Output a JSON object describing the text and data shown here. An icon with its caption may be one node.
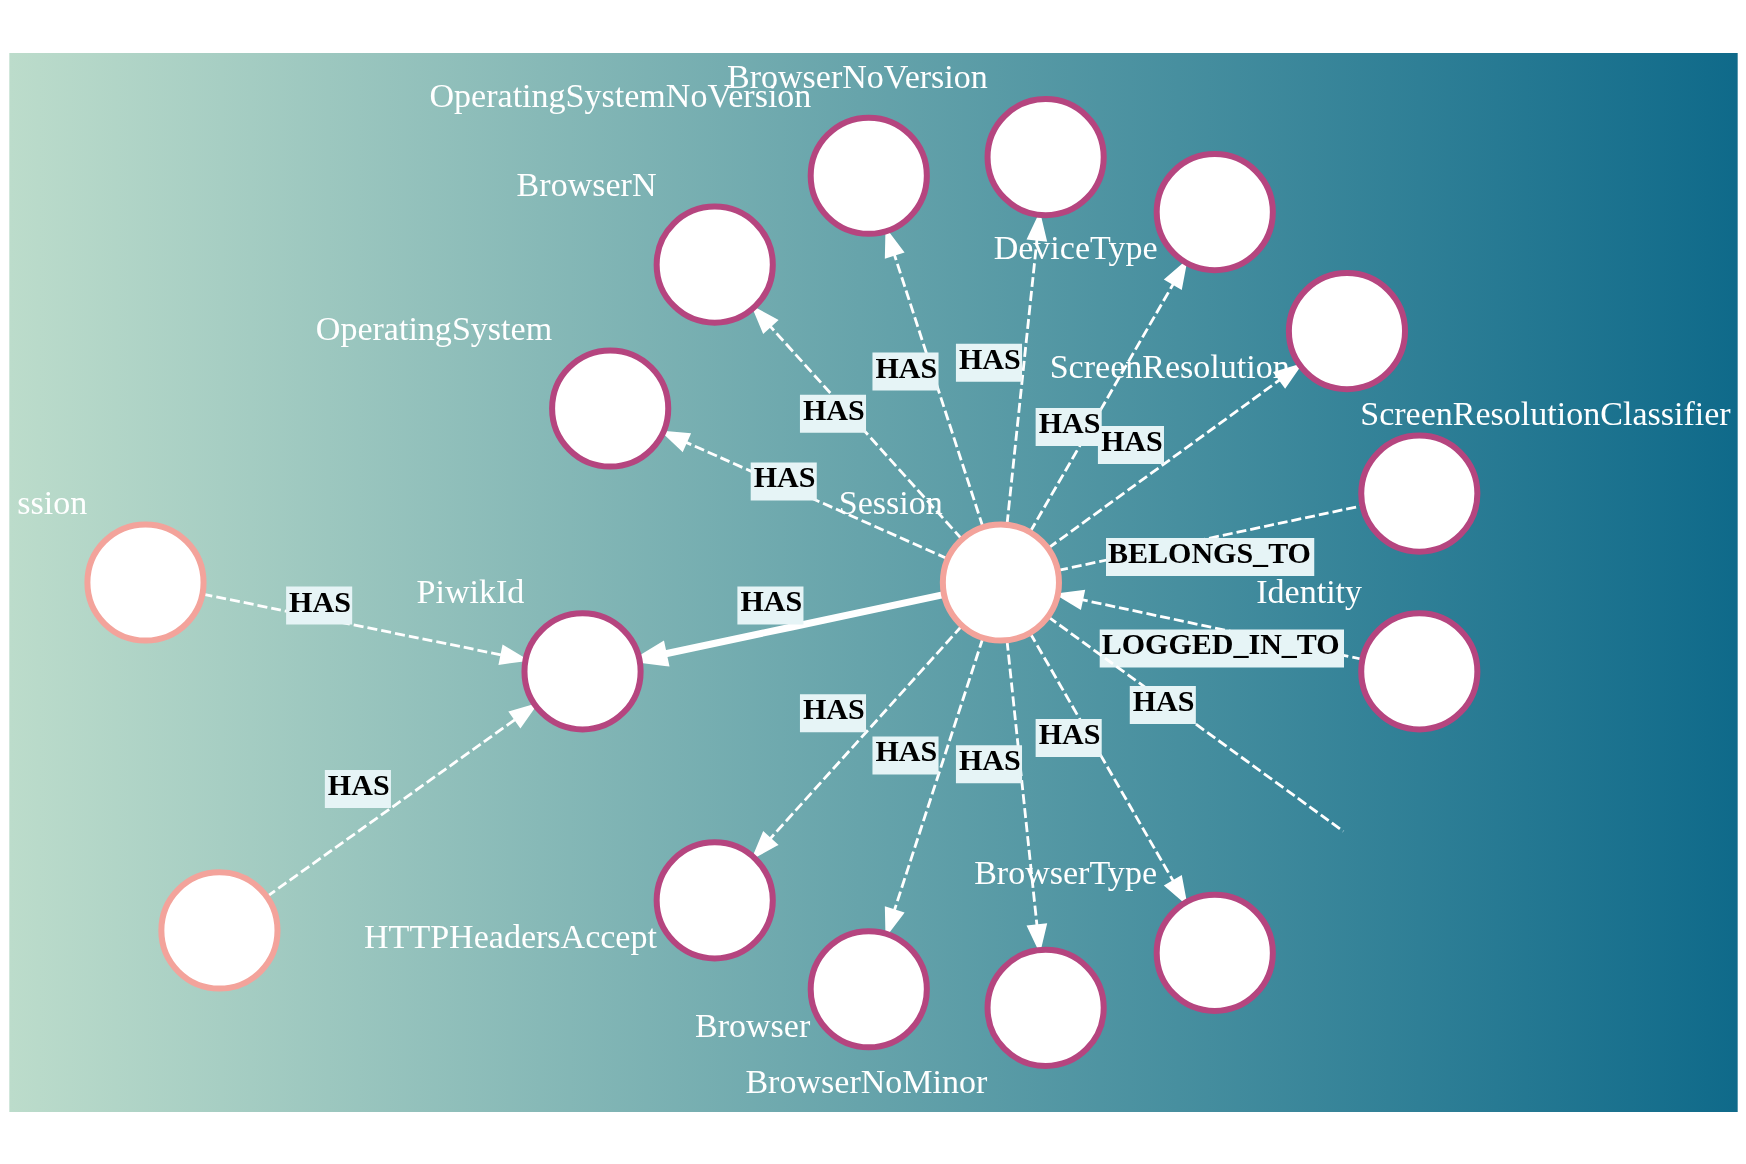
{
  "diagram": {
    "nodes": [
      {
        "text": [
          "ScreenResolutionClassifier"
        ]
      },
      {
        "text": [
          "ScreenResolution"
        ]
      },
      {
        "text": [
          "Identity"
        ]
      },
      {
        "text": [
          "DeviceType"
        ]
      },
      {
        "text": [
          "BrowserNoVersion"
        ]
      },
      {
        "text": [
          "OperatingSystemNoVersion"
        ]
      },
      {
        "text": [
          "Session"
        ]
      },
      {
        "text": [
          "BrowserN"
        ]
      },
      {
        "text": [
          "ssion"
        ]
      },
      {
        "text": [
          "OperatingSystem"
        ]
      },
      {
        "text": [
          "PiwikId"
        ]
      },
      {
        "text": [
          "HTTPHeadersAccept"
        ]
      },
      {
        "text": [
          "Browser"
        ]
      },
      {
        "text": [
          "BrowserNoMinor"
        ]
      },
      {
        "text": [
          "BrowserType"
        ]
      },
      {
        "text": [],
        "shape": "circle"
      }
    ],
    "edges": [
      {
        "from": 6,
        "to": 0,
        "arrow": "none",
        "label": "BELONGS_TO",
        "style": "dashed"
      },
      {
        "from": 6,
        "to": null,
        "arrow": "none",
        "label": "HAS",
        "style": "dashed"
      },
      {
        "from": 6,
        "to": 1,
        "arrow": "to",
        "label": "HAS",
        "style": "dashed"
      },
      {
        "from": 2,
        "to": 6,
        "arrow": "to",
        "label": "LOGGED_IN_TO",
        "style": "dashed"
      },
      {
        "from": 6,
        "to": 3,
        "arrow": "to",
        "label": "HAS",
        "style": "dashed"
      },
      {
        "from": 6,
        "to": 4,
        "arrow": "to",
        "label": "HAS",
        "style": "dashed"
      },
      {
        "from": 6,
        "to": 5,
        "arrow": "to",
        "label": "HAS",
        "style": "dashed"
      },
      {
        "from": 6,
        "to": 7,
        "arrow": "to",
        "label": "HAS",
        "style": "dashed"
      },
      {
        "from": 6,
        "to": 10,
        "arrow": "to",
        "label": "HAS",
        "style": "thick"
      },
      {
        "from": 8,
        "to": 10,
        "arrow": "to",
        "label": "HAS",
        "style": "dashed"
      },
      {
        "from": 6,
        "to": 11,
        "arrow": "to",
        "label": "HAS",
        "style": "dashed"
      },
      {
        "from": 6,
        "to": 13,
        "arrow": "to",
        "label": "HAS",
        "style": "dashed"
      },
      {
        "from": 6,
        "to": 14,
        "arrow": "to",
        "label": "HAS",
        "style": "dashed"
      },
      {
        "from": 6,
        "to": 12,
        "arrow": "to",
        "label": "HAS",
        "style": "dashed"
      },
      {
        "from": 6,
        "to": 9,
        "arrow": "to",
        "label": "HAS",
        "style": "dashed"
      },
      {
        "from": 15,
        "to": 10,
        "arrow": "to",
        "label": "HAS",
        "style": "dashed"
      }
    ]
  }
}
